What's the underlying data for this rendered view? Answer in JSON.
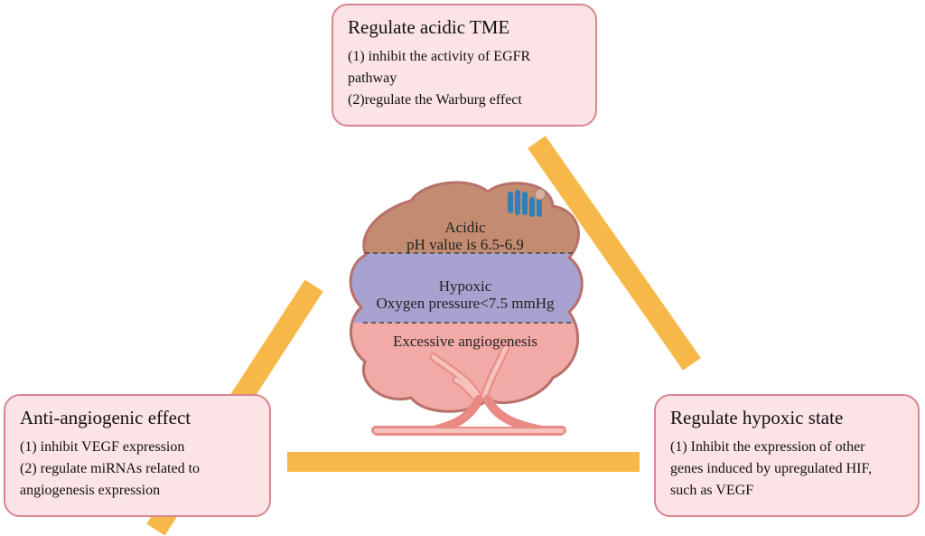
{
  "top_box": {
    "title": "Regulate acidic TME",
    "lines": [
      "(1) inhibit the activity of EGFR",
      "pathway",
      "(2)regulate the Warburg effect"
    ]
  },
  "left_box": {
    "title": "Anti-angiogenic effect",
    "lines": [
      "(1) inhibit VEGF expression",
      "(2) regulate miRNAs related to",
      "angiogenesis expression"
    ]
  },
  "right_box": {
    "title": "Regulate hypoxic state",
    "lines": [
      "(1) Inhibit the expression of other",
      "genes induced by upregulated HIF,",
      "such as VEGF"
    ]
  },
  "tumor": {
    "acidic": {
      "title": "Acidic",
      "detail": "pH value is 6.5-6.9"
    },
    "hypoxic": {
      "title": "Hypoxic",
      "detail": "Oxygen pressure<7.5 mmHg"
    },
    "angiogenesis": "Excessive angiogenesis"
  },
  "colors": {
    "bar": "#f7b84a",
    "box_fill": "#fbe3e6",
    "box_border": "#d9858f",
    "acidic_zone": "#c38c70",
    "hypoxic_zone": "#a7a2cf",
    "angio_zone": "#f2aaa6",
    "receptor": "#2f7fb8"
  }
}
